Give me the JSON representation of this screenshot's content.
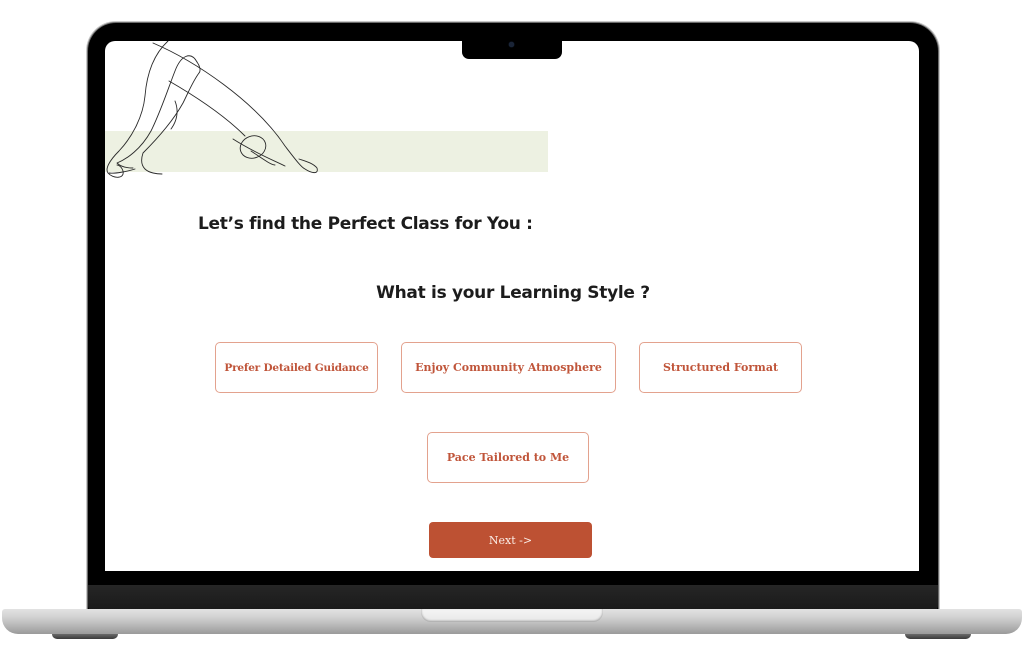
{
  "quiz": {
    "heading": "Let’s find the Perfect Class for You :",
    "question": "What is your Learning Style ?",
    "options": [
      {
        "label": "Prefer Detailed Guidance"
      },
      {
        "label": "Enjoy Community Atmosphere"
      },
      {
        "label": "Structured Format"
      },
      {
        "label": "Pace Tailored to Me"
      }
    ],
    "next_label": "Next ->"
  },
  "decor": {
    "illustration": "yoga-downward-dog-line-art",
    "band_color": "#edf1e2"
  },
  "colors": {
    "accent": "#bd5133",
    "option_text": "#c0553a",
    "option_border": "#e3a28e",
    "heading_text": "#1c1c1c"
  },
  "device": {
    "frame": "laptop-mockup"
  }
}
